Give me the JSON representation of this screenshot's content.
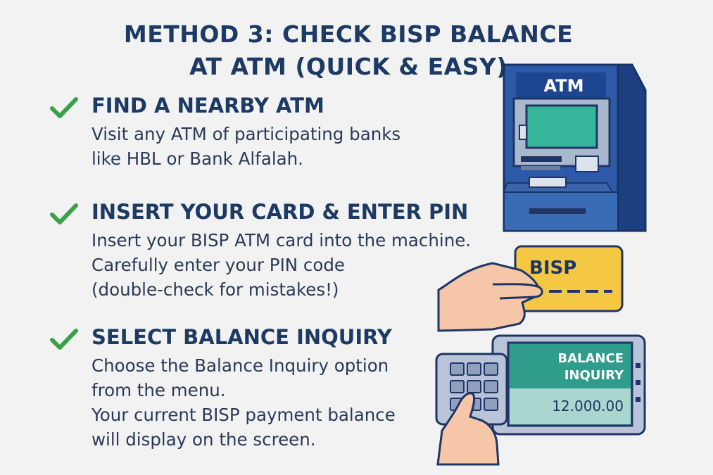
{
  "title": {
    "line1": "METHOD 3: CHECK BISP BALANCE",
    "line2": "AT ATM (QUICK & EASY)"
  },
  "steps": [
    {
      "icon": "checkmark-icon",
      "heading": "FIND A NEARBY ATM",
      "lines": [
        "Visit any ATM of participating banks",
        "like HBL or Bank Alfalah."
      ]
    },
    {
      "icon": "checkmark-icon",
      "heading": "INSERT YOUR CARD & ENTER PIN",
      "lines": [
        "Insert your BISP ATM card into the machine.",
        "Carefully enter your PIN code",
        "(double-check for mistakes!)"
      ]
    },
    {
      "icon": "checkmark-icon",
      "heading": "SELECT BALANCE INQUIRY",
      "lines": [
        "Choose the Balance Inquiry option",
        "from the menu.",
        "Your current BISP payment balance",
        "will display on the screen."
      ]
    }
  ],
  "illustrations": {
    "atm_label": "ATM",
    "card_label": "BISP",
    "screen_line1": "BALANCE",
    "screen_line2": "INQUIRY",
    "screen_amount": "12.000.00"
  },
  "colors": {
    "heading": "#1c3a63",
    "check": "#3aa14a",
    "atm_blue": "#2d5aa8",
    "card_yellow": "#f4c842",
    "screen_teal": "#2f9c8c"
  }
}
